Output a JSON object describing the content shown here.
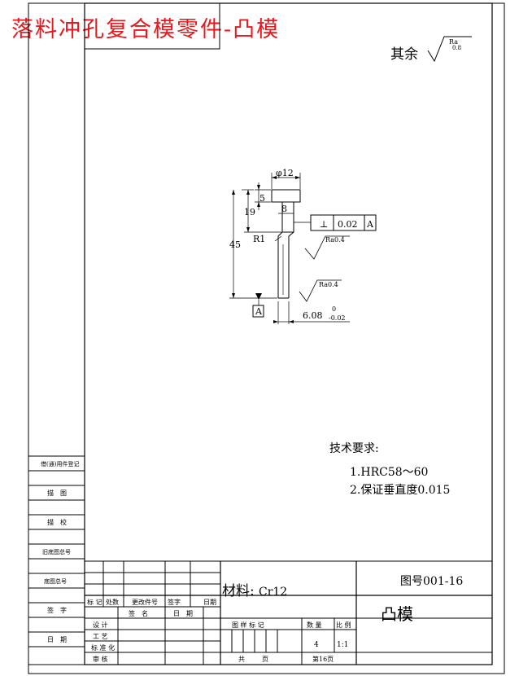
{
  "banner_title": "落料冲孔复合模零件-凸模",
  "roughness_note": {
    "prefix": "其余",
    "ra_label": "Ra",
    "ra_value": "0.8"
  },
  "dimensions": {
    "diameter": "φ12",
    "head_height": "5",
    "shoulder": "19",
    "total_length": "45",
    "step_width": "8",
    "radius": "R1",
    "shaft_diameter": "6.08",
    "shaft_tolerance_upper": "0",
    "shaft_tolerance_lower": "-0.02"
  },
  "tolerance_frame": {
    "symbol": "⊥",
    "value": "0.02",
    "datum": "A"
  },
  "datum_label": "A",
  "surface_marks": [
    "Ra0.4",
    "Ra0.4"
  ],
  "technical_requirements": {
    "title": "技术要求:",
    "items": [
      "1.HRC58～60",
      "2.保证垂直度0.015"
    ]
  },
  "side_column": [
    "借(通)用件登记",
    "描　图",
    "描　校",
    "旧底图总号",
    "底图总号",
    "签　字",
    "日　期"
  ],
  "title_block": {
    "material_label": "材料:",
    "material": "Cr12",
    "drawing_number": "图号001-16",
    "part_name": "凸模",
    "revision_headers": [
      "标  记",
      "处数",
      "更改件号",
      "签字",
      "日期"
    ],
    "signature_headers": [
      "签　名",
      "日　期"
    ],
    "roles": [
      "设  计",
      "工  艺",
      "标 准 化",
      "审  核"
    ],
    "stage_label": "图 样 标 记",
    "quantity_label": "数 量",
    "scale_label": "比 例",
    "quantity": "4",
    "scale": "1:1",
    "total_label": "共",
    "page_label": "页",
    "sheet_label": "第16页"
  }
}
